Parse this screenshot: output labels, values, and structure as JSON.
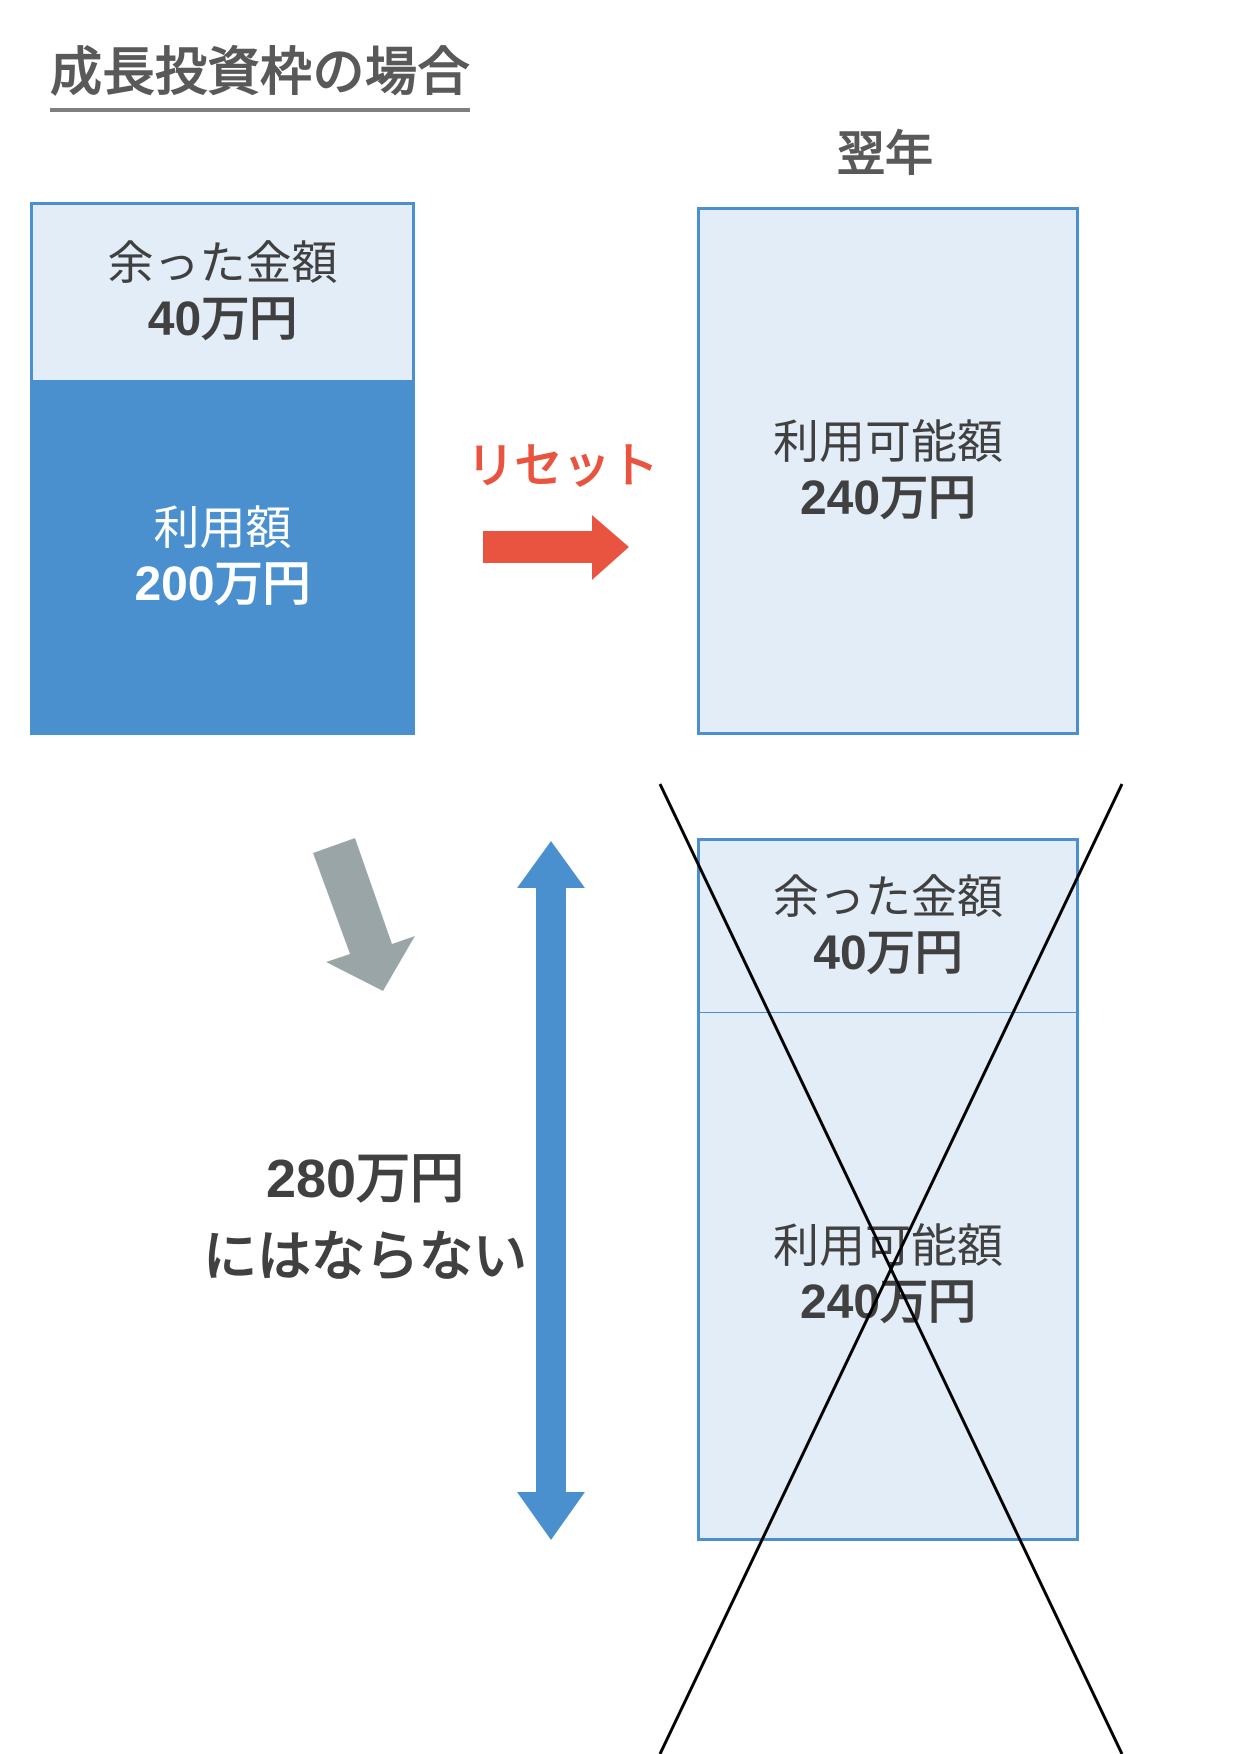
{
  "title": "成長投資枠の場合",
  "year_caption": "翌年",
  "colors": {
    "accent_blue": "#4a90cf",
    "light_blue_fill": "#e3edf8",
    "reset_red": "#e8543f",
    "gray_arrow": "#9aa5a8",
    "text_gray": "#404040",
    "title_gray": "#595959",
    "cross_black": "#000000"
  },
  "current_year": {
    "leftover": {
      "label": "余った金額",
      "amount": "40万円"
    },
    "used": {
      "label": "利用額",
      "amount": "200万円"
    }
  },
  "reset": {
    "label": "リセット",
    "arrow_icon": "right-arrow-icon"
  },
  "next_year_correct": {
    "label": "利用可能額",
    "amount": "240万円"
  },
  "next_year_wrong": {
    "leftover": {
      "label": "余った金額",
      "amount": "40万円"
    },
    "available": {
      "label": "利用可能額",
      "amount": "240万円"
    },
    "cross_out_icon": "cross-out-x-icon"
  },
  "not_caption": {
    "line1": "280万円",
    "line2": "にはならない"
  },
  "icons": {
    "down_arrow": "down-arrow-icon",
    "double_arrow": "vertical-double-arrow-icon"
  }
}
